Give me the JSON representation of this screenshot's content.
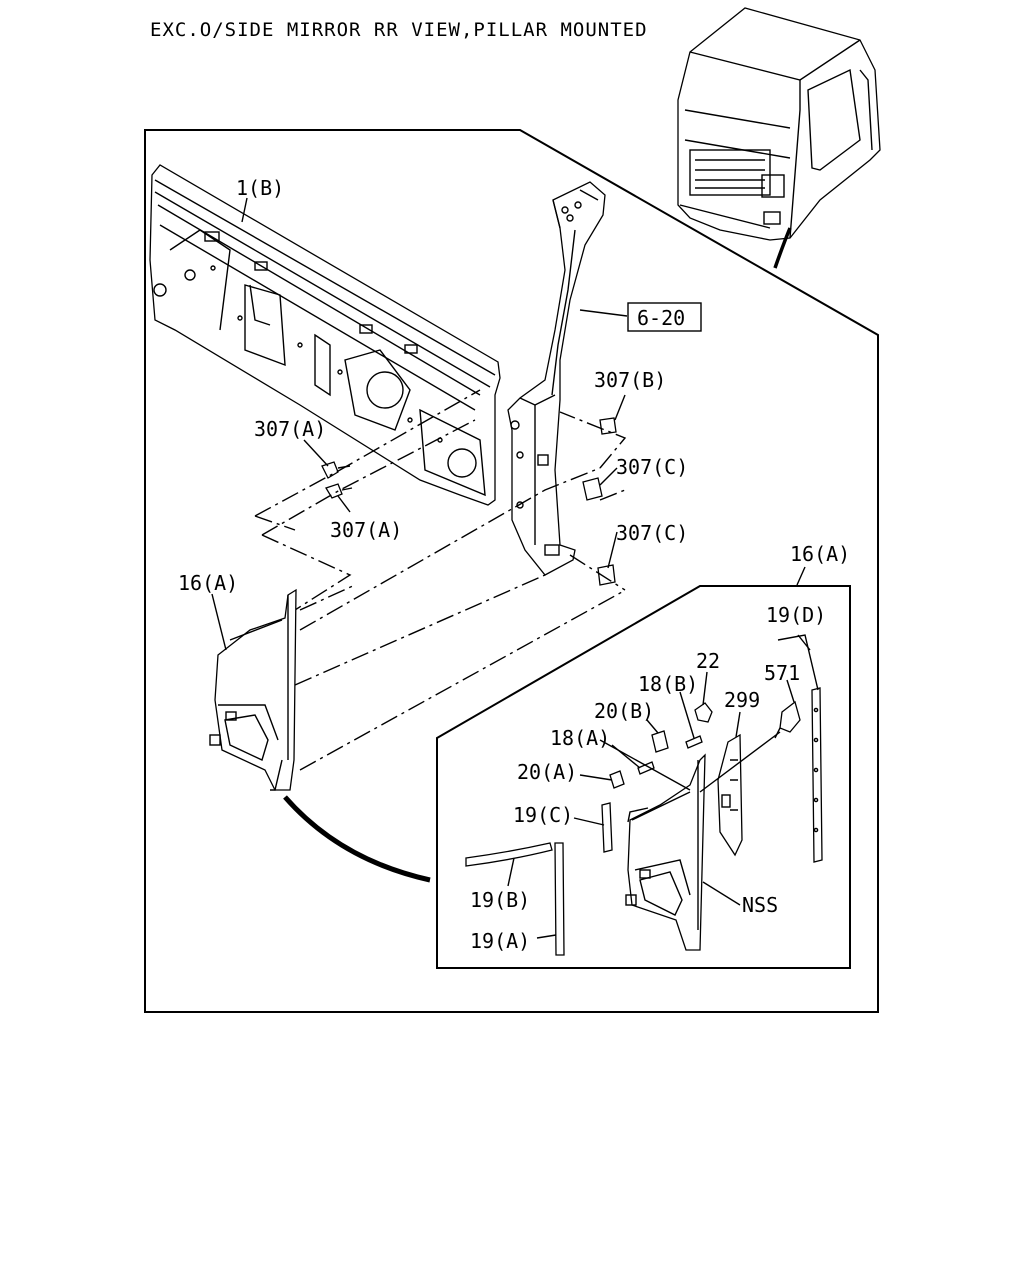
{
  "title": "EXC.O/SIDE MIRROR RR VIEW,PILLAR MOUNTED",
  "labels": {
    "l1b": "1(B)",
    "l620": "6-20",
    "l307b": "307(B)",
    "l307a_top": "307(A)",
    "l307a_bot": "307(A)",
    "l307c_top": "307(C)",
    "l307c_bot": "307(C)",
    "l16a_left": "16(A)",
    "l16a_right": "16(A)",
    "l19d": "19(D)",
    "l22": "22",
    "l571": "571",
    "l18b": "18(B)",
    "l299": "299",
    "l20b": "20(B)",
    "l18a": "18(A)",
    "l20a": "20(A)",
    "l19c": "19(C)",
    "l19b": "19(B)",
    "l19a": "19(A)",
    "lnss": "NSS"
  }
}
